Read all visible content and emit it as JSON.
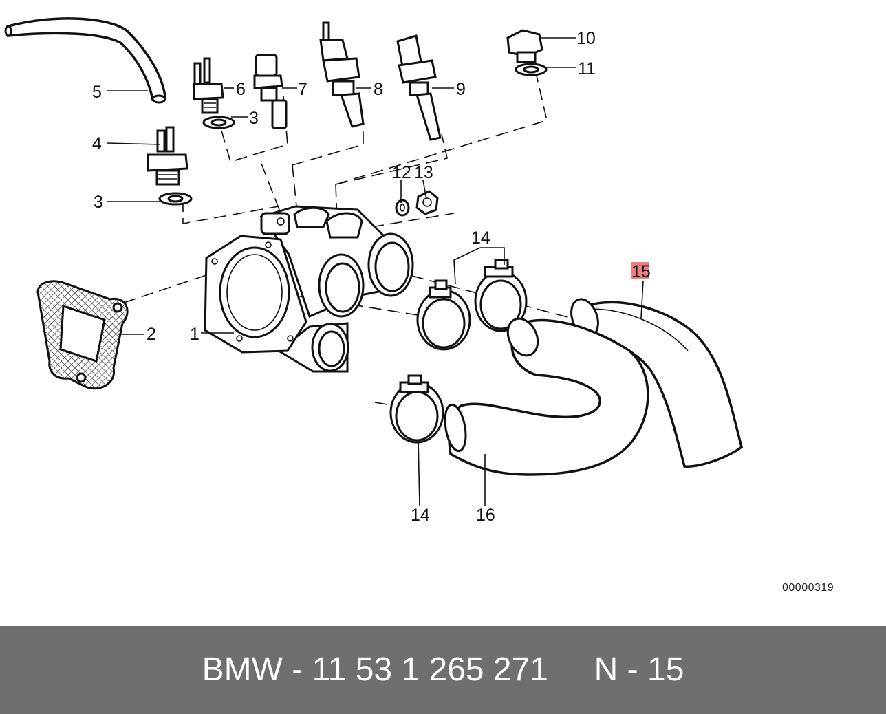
{
  "diagram": {
    "callouts": {
      "c1": "1",
      "c2": "2",
      "c3a": "3",
      "c3b": "3",
      "c4": "4",
      "c5": "5",
      "c6": "6",
      "c7": "7",
      "c8": "8",
      "c9": "9",
      "c10": "10",
      "c11": "11",
      "c12": "12",
      "c13": "13",
      "c14a": "14",
      "c14b": "14",
      "c15": "15",
      "c16": "16"
    },
    "highlighted_callout": "15",
    "highlight_color": "#e8676b",
    "doc_number": "00000319"
  },
  "footer": {
    "title": "BMW - 11 53 1 265 271     N - 15",
    "background": "#6f6f6f",
    "text_color": "#ffffff"
  }
}
